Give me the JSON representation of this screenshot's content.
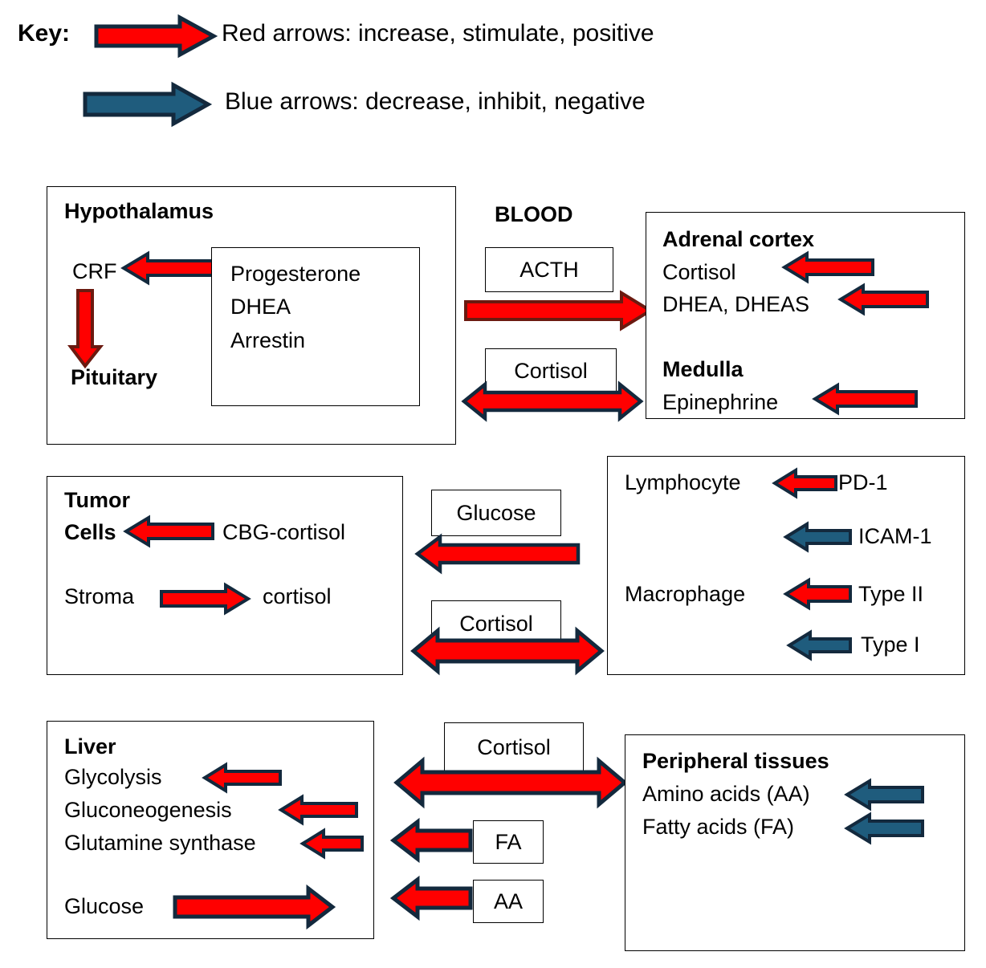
{
  "key": {
    "label": "Key:",
    "red_text": "Red arrows: increase, stimulate, positive",
    "blue_text": "Blue arrows: decrease, inhibit, negative",
    "red_arrow_icon": "right-arrow-icon",
    "blue_arrow_icon": "right-arrow-icon"
  },
  "colors": {
    "red": "#FF0000",
    "blue": "#1F5C7D",
    "outline": "#13293D",
    "border": "#000000",
    "background": "#FFFFFF"
  },
  "hypothalamus": {
    "title": "Hypothalamus",
    "crf": "CRF",
    "pituitary": "Pituitary",
    "inner_box": {
      "line1": "Progesterone",
      "line2": "DHEA",
      "line3": "Arrestin"
    },
    "arrow_to_crf": "left-arrow-icon",
    "arrow_to_pituitary": "down-arrow-icon"
  },
  "blood": {
    "title": "BLOOD",
    "acth_label": "ACTH",
    "acth_arrow": "right-arrow-icon",
    "cortisol_label": "Cortisol",
    "cortisol_arrow": "double-arrow-icon"
  },
  "adrenal": {
    "title": "Adrenal cortex",
    "cortisol": "Cortisol",
    "dhea": "DHEA, DHEAS",
    "medulla_title": "Medulla",
    "epinephrine": "Epinephrine",
    "cortisol_arrow": "left-arrow-icon",
    "dhea_arrow": "left-arrow-icon",
    "epinephrine_arrow": "left-arrow-icon"
  },
  "tumor": {
    "title": "Tumor",
    "cells": "Cells",
    "cbg_cortisol": "CBG-cortisol",
    "stroma": "Stroma",
    "cortisol": "cortisol",
    "cells_arrow": "left-arrow-icon",
    "stroma_arrow": "right-arrow-icon"
  },
  "middle_center": {
    "glucose_label": "Glucose",
    "glucose_arrow": "left-arrow-icon",
    "cortisol_label": "Cortisol",
    "cortisol_arrow": "double-arrow-icon"
  },
  "immune": {
    "lymphocyte": "Lymphocyte",
    "pd1": "PD-1",
    "icam1": "ICAM-1",
    "macrophage": "Macrophage",
    "type2": "Type II",
    "type1": "Type I",
    "pd1_arrow": "left-arrow-icon",
    "icam1_arrow": "left-arrow-icon",
    "type2_arrow": "left-arrow-icon",
    "type1_arrow": "left-arrow-icon"
  },
  "liver": {
    "title": "Liver",
    "glycolysis": "Glycolysis",
    "gluconeogenesis": "Gluconeogenesis",
    "glutamine_synthase": "Glutamine synthase",
    "glucose": "Glucose",
    "glycolysis_arrow": "left-arrow-icon",
    "gluconeogenesis_arrow": "left-arrow-icon",
    "glutamine_arrow": "left-arrow-icon",
    "glucose_arrow": "right-arrow-icon"
  },
  "bottom_center": {
    "cortisol_label": "Cortisol",
    "cortisol_arrow": "double-arrow-icon",
    "fa_label": "FA",
    "fa_arrow": "left-arrow-icon",
    "aa_label": "AA",
    "aa_arrow": "left-arrow-icon"
  },
  "peripheral": {
    "title": "Peripheral tissues",
    "amino_acids": "Amino acids (AA)",
    "fatty_acids": "Fatty acids (FA)",
    "aa_arrow": "left-arrow-icon",
    "fa_arrow": "left-arrow-icon"
  }
}
